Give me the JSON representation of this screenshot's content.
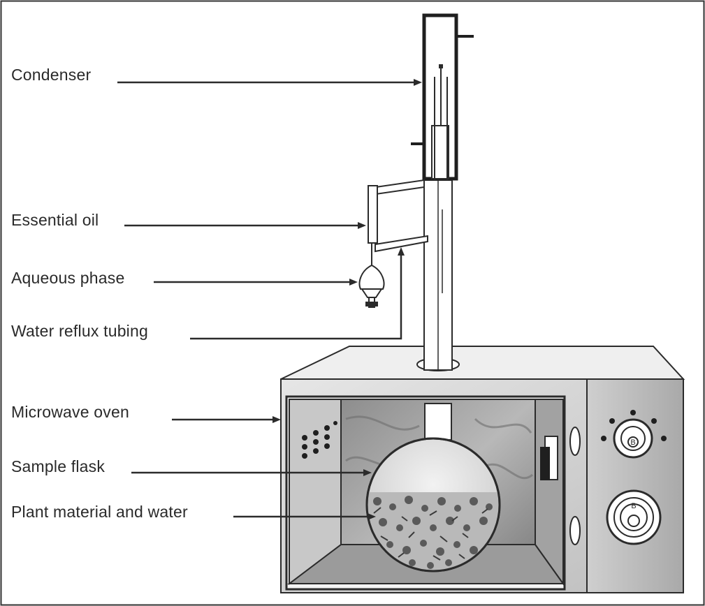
{
  "diagram": {
    "labels": {
      "condenser": "Condenser",
      "essential_oil": "Essential oil",
      "aqueous_phase": "Aqueous phase",
      "water_reflux_tubing": "Water reflux tubing",
      "microwave_oven": "Microwave oven",
      "sample_flask": "Sample flask",
      "plant_material": "Plant material and water"
    },
    "knob_labels": {
      "top": "B",
      "bottom": "B"
    }
  },
  "colors": {
    "line": "#2b2b2b",
    "label_text": "#2a2a2a",
    "oven_body": "#d6d6d6",
    "oven_panel": "#bdbdbd",
    "cavity_wall": "#9a9a9a",
    "flask_fill": "#e4e4e4"
  }
}
